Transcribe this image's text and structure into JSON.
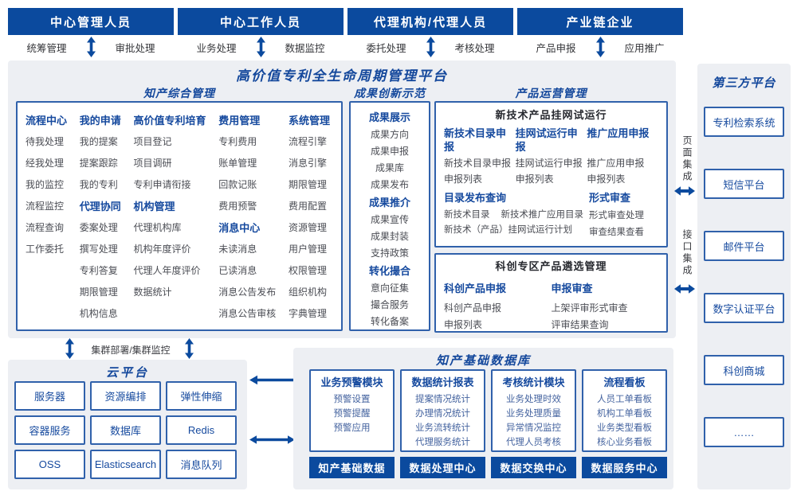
{
  "colors": {
    "primary_blue": "#0b4a9e",
    "heading_blue": "#15499e",
    "title_blue": "#14489c",
    "item_gray": "#4b4d54",
    "panel_gray": "#edeff3",
    "box_border_blue": "#3061ab",
    "db_item_blue": "#44639f",
    "white": "#ffffff"
  },
  "top_groups": [
    {
      "title": "中心管理人员",
      "left": "统筹管理",
      "right": "审批处理"
    },
    {
      "title": "中心工作人员",
      "left": "业务处理",
      "right": "数据监控"
    },
    {
      "title": "代理机构/代理人员",
      "left": "委托处理",
      "right": "考核处理"
    },
    {
      "title": "产业链企业",
      "left": "产品申报",
      "right": "应用推广"
    }
  ],
  "platform": {
    "title": "高价值专利全生命周期管理平台"
  },
  "sections": {
    "ip": {
      "title": "知产综合管理",
      "columns": [
        [
          {
            "head": "流程中心",
            "items": [
              "待我处理",
              "经我处理",
              "我的监控",
              "流程监控",
              "流程查询",
              "工作委托"
            ]
          }
        ],
        [
          {
            "head": "我的申请",
            "items": [
              "我的提案",
              "提案跟踪",
              "我的专利"
            ]
          },
          {
            "head": "代理协同",
            "items": [
              "委案处理",
              "撰写处理",
              "专利答复",
              "期限管理",
              "机构信息"
            ]
          }
        ],
        [
          {
            "head": "高价值专利培育",
            "items": [
              "项目登记",
              "项目调研",
              "专利申请衔接"
            ]
          },
          {
            "head": "机构管理",
            "items": [
              "代理机构库",
              "机构年度评价",
              "代理人年度评价",
              "数据统计"
            ]
          }
        ],
        [
          {
            "head": "费用管理",
            "items": [
              "专利费用",
              "账单管理",
              "回款记账",
              "费用预警"
            ]
          },
          {
            "head": "消息中心",
            "items": [
              "未读消息",
              "已读消息",
              "消息公告发布",
              "消息公告审核"
            ]
          }
        ],
        [
          {
            "head": "系统管理",
            "items": [
              "流程引擎",
              "消息引擎",
              "期限管理",
              "费用配置",
              "资源管理",
              "用户管理",
              "权限管理",
              "组织机构",
              "字典管理"
            ]
          }
        ]
      ]
    },
    "innovation": {
      "title": "成果创新示范",
      "groups": [
        {
          "head": "成果展示",
          "items": [
            "成果方向",
            "成果申报",
            "成果库",
            "成果发布"
          ]
        },
        {
          "head": "成果推介",
          "items": [
            "成果宣传",
            "成果封装",
            "支持政策"
          ]
        },
        {
          "head": "转化撮合",
          "items": [
            "意向征集",
            "撮合服务",
            "转化备案"
          ]
        }
      ]
    },
    "product": {
      "title": "产品运营管理",
      "box1": {
        "title": "新技术产品挂网试运行",
        "cols": [
          {
            "head": "新技术目录申报",
            "items": [
              "新技术目录申报",
              "申报列表"
            ]
          },
          {
            "head": "挂网试运行申报",
            "items": [
              "挂网试运行申报",
              "申报列表"
            ]
          },
          {
            "head": "推广应用申报",
            "items": [
              "推广应用申报",
              "申报列表"
            ]
          }
        ],
        "catalog": {
          "head": "目录发布查询",
          "items": [
            "新技术目录",
            "新技术推广应用目录",
            "新技术（产品）挂网试运行计划"
          ]
        },
        "review": {
          "head": "形式审查",
          "items": [
            "形式审查处理",
            "审查结果查看"
          ]
        }
      },
      "box2": {
        "title": "科创专区产品遴选管理",
        "cols": [
          {
            "head": "科创产品申报",
            "items": [
              "科创产品申报",
              "申报列表"
            ]
          },
          {
            "head": "申报审查",
            "items": [
              "上架评审形式审查",
              "评审结果查询"
            ]
          }
        ]
      }
    }
  },
  "connectors": {
    "page_integration": "页面集成",
    "api_integration": "接口集成",
    "cluster": "集群部署/集群监控"
  },
  "third_party": {
    "title": "第三方平台",
    "items": [
      "专利检索系统",
      "短信平台",
      "邮件平台",
      "数字认证平台",
      "科创商城",
      "……"
    ]
  },
  "cloud": {
    "title": "云平台",
    "items": [
      "服务器",
      "资源编排",
      "弹性伸缩",
      "容器服务",
      "数据库",
      "Redis",
      "OSS",
      "Elasticsearch",
      "消息队列"
    ]
  },
  "database": {
    "title": "知产基础数据库",
    "modules": [
      {
        "title": "业务预警模块",
        "items": [
          "预警设置",
          "预警提醒",
          "预警应用"
        ]
      },
      {
        "title": "数据统计报表",
        "items": [
          "提案情况统计",
          "办理情况统计",
          "业务流转统计",
          "代理服务统计"
        ]
      },
      {
        "title": "考核统计模块",
        "items": [
          "业务处理时效",
          "业务处理质量",
          "异常情况监控",
          "代理人员考核"
        ]
      },
      {
        "title": "流程看板",
        "items": [
          "人员工单看板",
          "机构工单看板",
          "业务类型看板",
          "核心业务看板"
        ]
      }
    ],
    "bars": [
      "知产基础数据",
      "数据处理中心",
      "数据交换中心",
      "数据服务中心"
    ]
  }
}
